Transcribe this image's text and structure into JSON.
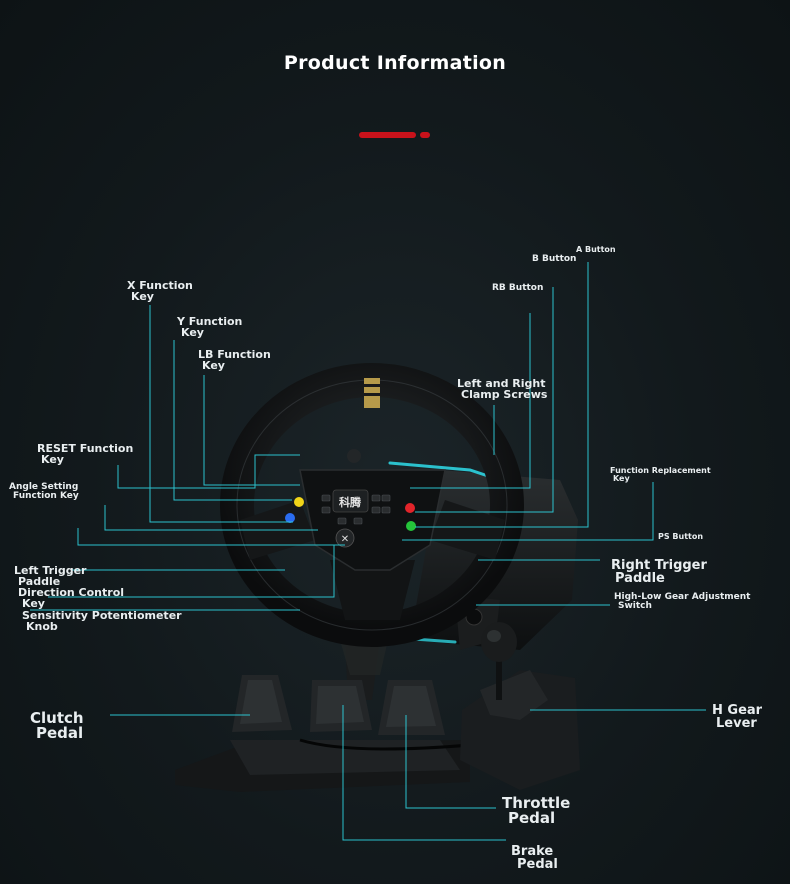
{
  "title": "Product Information",
  "colors": {
    "accent_red": "#c8121b",
    "leader_cyan": "#2ed3e0",
    "background": "#12191c"
  },
  "wheel_logo": "科腾",
  "labels": {
    "a_button": "A Button",
    "b_button": "B Button",
    "rb_button": "RB Button",
    "x_function_key": [
      "X Function",
      "Key"
    ],
    "y_function_key": [
      "Y Function",
      "Key"
    ],
    "lb_function_key": [
      "LB Function",
      "Key"
    ],
    "left_right_clamp_screws": [
      "Left and Right",
      "Clamp Screws"
    ],
    "reset_function_key": [
      "RESET Function",
      "Key"
    ],
    "angle_setting_function_key": [
      "Angle Setting",
      "Function Key"
    ],
    "function_replacement_key": [
      "Function Replacement",
      "Key"
    ],
    "ps_button": "PS Button",
    "left_trigger_paddle": [
      "Left Trigger",
      "Paddle"
    ],
    "direction_control_key": [
      "Direction Control",
      "Key"
    ],
    "right_trigger_paddle": [
      "Right Trigger",
      "Paddle"
    ],
    "high_low_gear_switch": [
      "High-Low Gear Adjustment",
      "Switch"
    ],
    "sensitivity_knob": [
      "Sensitivity Potentiometer",
      "Knob"
    ],
    "clutch_pedal": [
      "Clutch",
      "Pedal"
    ],
    "h_gear_lever": [
      "H Gear",
      "Lever"
    ],
    "throttle_pedal": [
      "Throttle",
      "Pedal"
    ],
    "brake_pedal": [
      "Brake",
      "Pedal"
    ]
  }
}
